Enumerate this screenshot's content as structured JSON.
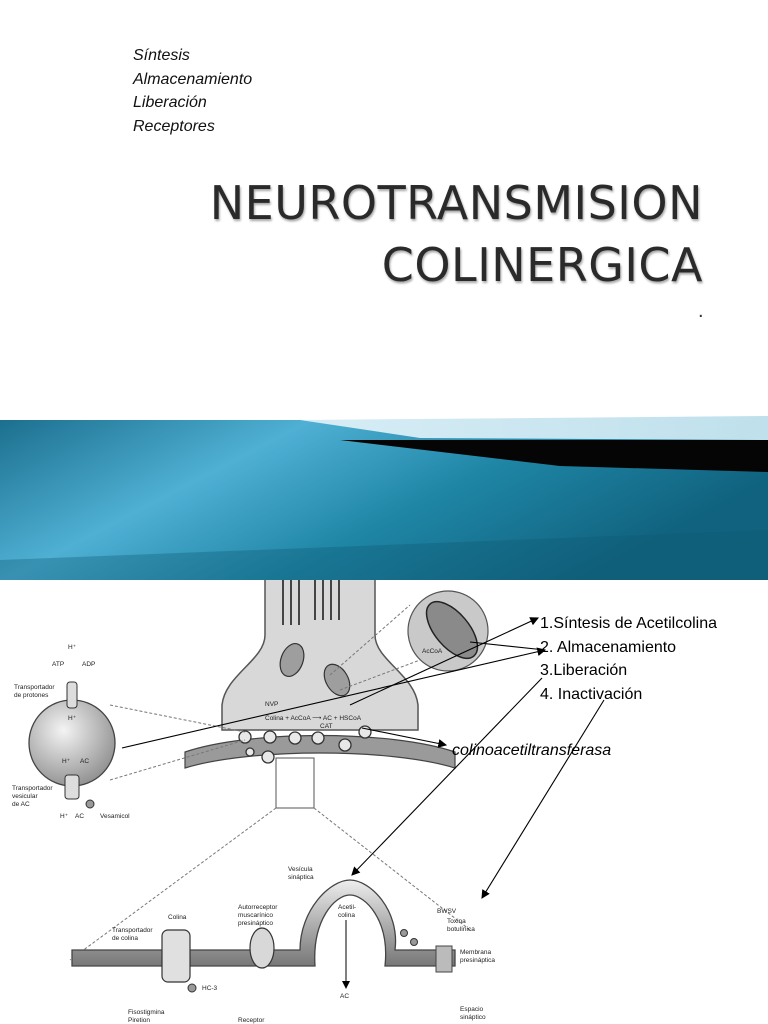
{
  "topics": [
    "Síntesis",
    "Almacenamiento",
    "Liberación",
    "Receptores"
  ],
  "title_lines": [
    "NEUROTRANSMISION",
    "COLINERGICA"
  ],
  "dot": ".",
  "steps": [
    "1.Síntesis de Acetilcolina",
    "2. Almacenamiento",
    "3.Liberación",
    "4. Inactivación"
  ],
  "enzyme_label": "colinoacetiltransferasa",
  "figure": {
    "vesicle": {
      "h_top": "H⁺",
      "atp": "ATP",
      "adp": "ADP",
      "proton_transporter": [
        "Transportador",
        "de protones"
      ],
      "h_mid": "H⁺",
      "h_inner": "H⁺",
      "ac_inner": "AC",
      "vesicular_transporter": [
        "Transportador",
        "vesicular",
        "de AC"
      ],
      "h_out": "H⁺",
      "ac_out": "AC",
      "vesamicol": "Vesamicol"
    },
    "terminal": {
      "accoa": "AcCoA",
      "nvp": "NVP",
      "reaction": "Colina + AcCoA ⟶ AC + HSCoA",
      "cat": "CAT"
    },
    "synapse": {
      "synaptic_vesicle": [
        "Vesícula",
        "sináptica"
      ],
      "autoreceptor": [
        "Autorreceptor",
        "muscarínico",
        "presináptico"
      ],
      "choline": "Colina",
      "choline_transporter": [
        "Transportador",
        "de colina"
      ],
      "acetylcholine": [
        "Acetil-",
        "colina"
      ],
      "bwsv": "BWSV",
      "botulinum": [
        "Toxina",
        "botulínica"
      ],
      "presynaptic_membrane": [
        "Membrana",
        "presináptica"
      ],
      "hc3": "HC-3",
      "ac_down": "AC",
      "synaptic_space": [
        "Espacio",
        "sináptico"
      ],
      "fisostigmina": [
        "Fisostigmina",
        "Piretion"
      ],
      "receptor": "Receptor"
    }
  }
}
